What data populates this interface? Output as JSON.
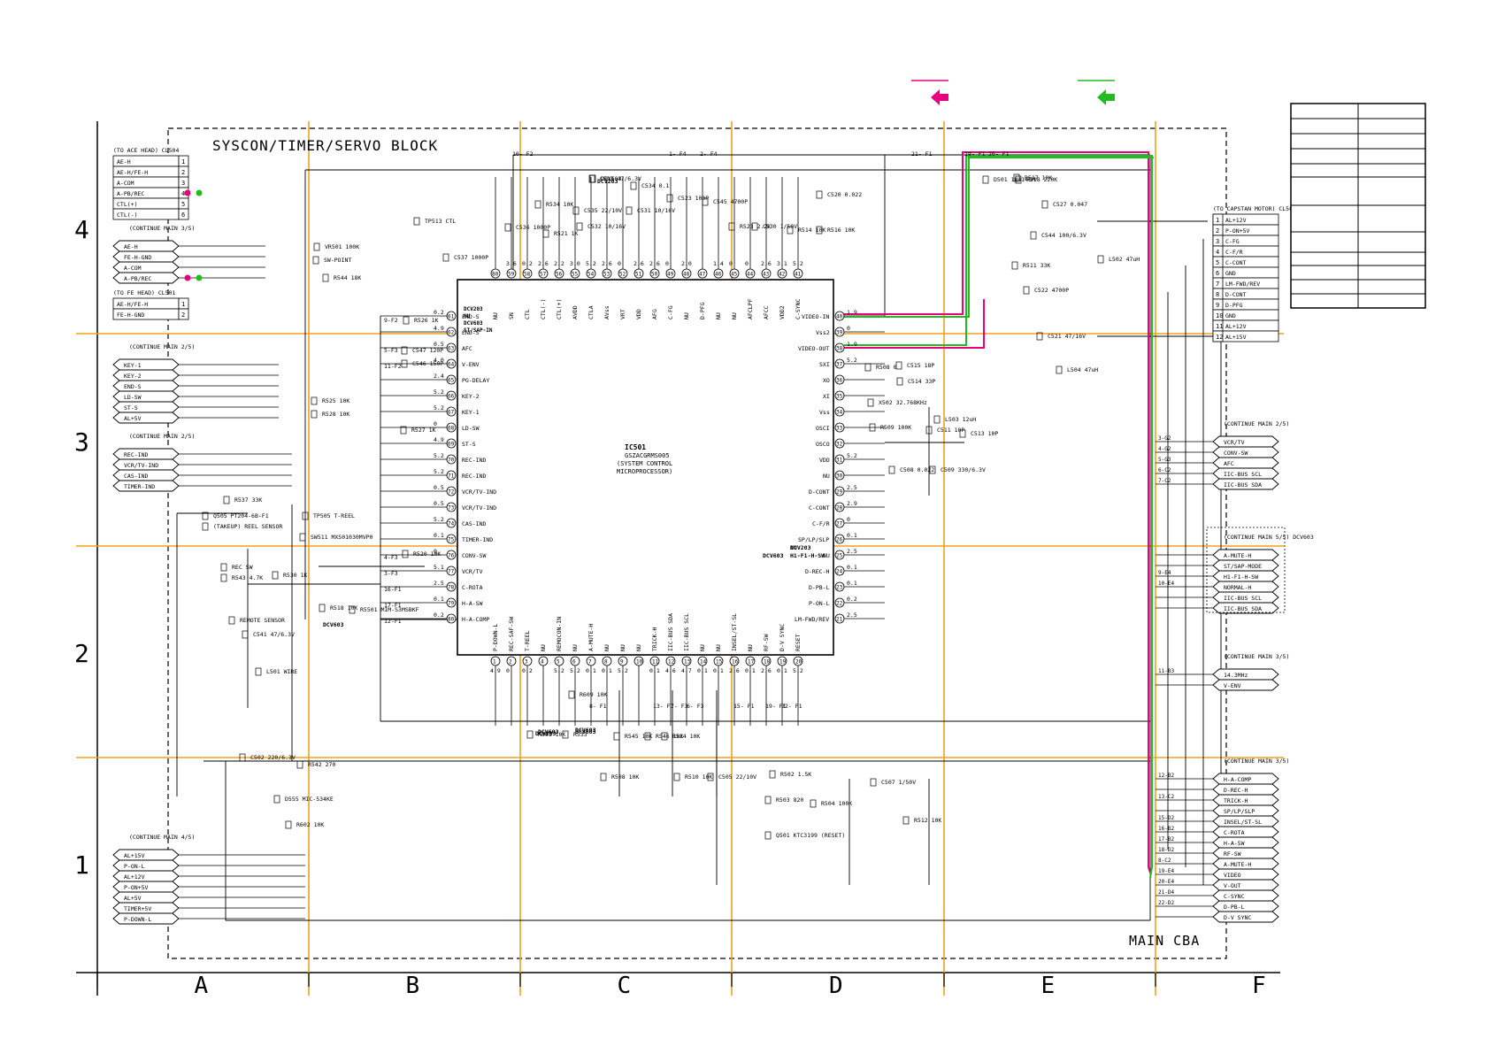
{
  "block_title": "SYSCON/TIMER/SERVO BLOCK",
  "board_label": "MAIN CBA",
  "grid": {
    "columns": [
      "A",
      "B",
      "C",
      "D",
      "E",
      "F"
    ],
    "rows": [
      "4",
      "3",
      "2",
      "1"
    ]
  },
  "colors": {
    "grid_line": "#f0a020",
    "signal_pink": "#e8007e",
    "signal_green": "#22bb22",
    "ink": "#000000"
  },
  "ic": {
    "ref": "IC501",
    "part": "GSZACGRMS005",
    "desc1": "(SYSTEM CONTROL",
    "desc2": "MICROPROCESSOR)",
    "dcv_tags": [
      "DCV203",
      "NU",
      "DCV603",
      "ST/SAP-IN"
    ],
    "pins_top": [
      {
        "n": "80",
        "name": "NU",
        "v": ""
      },
      {
        "n": "59",
        "name": "SN",
        "v": "3.6"
      },
      {
        "n": "58",
        "name": "CTL",
        "v": "0.2"
      },
      {
        "n": "57",
        "name": "CTL(-)",
        "v": "2.6"
      },
      {
        "n": "56",
        "name": "CTL(+)",
        "v": "2.2"
      },
      {
        "n": "55",
        "name": "AVDD",
        "v": "3.0"
      },
      {
        "n": "54",
        "name": "CTLA",
        "v": "5.2"
      },
      {
        "n": "53",
        "name": "AVss",
        "v": "2.6"
      },
      {
        "n": "52",
        "name": "VRT",
        "v": "0"
      },
      {
        "n": "51",
        "name": "VDD",
        "v": "2.6"
      },
      {
        "n": "50",
        "name": "AFG",
        "v": "2.6"
      },
      {
        "n": "49",
        "name": "C-FG",
        "v": "0"
      },
      {
        "n": "48",
        "name": "NU",
        "v": "2.0"
      },
      {
        "n": "47",
        "name": "D-PFG",
        "v": ""
      },
      {
        "n": "46",
        "name": "NU",
        "v": "1.4"
      },
      {
        "n": "45",
        "name": "NU",
        "v": "0"
      },
      {
        "n": "44",
        "name": "AFCLPF",
        "v": "0"
      },
      {
        "n": "43",
        "name": "AFCC",
        "v": "2.6"
      },
      {
        "n": "42",
        "name": "VDD2",
        "v": "3.1"
      },
      {
        "n": "41",
        "name": "C-SYNC",
        "v": "5.2"
      }
    ],
    "pins_left": [
      {
        "n": "61",
        "name": "END-S",
        "v": "0.2"
      },
      {
        "n": "62",
        "name": "END-S",
        "v": "4.9"
      },
      {
        "n": "63",
        "name": "AFC",
        "v": "0.5"
      },
      {
        "n": "64",
        "name": "V-ENV",
        "v": "4.0"
      },
      {
        "n": "65",
        "name": "PG-DELAY",
        "v": "2.4"
      },
      {
        "n": "66",
        "name": "KEY-2",
        "v": "5.2"
      },
      {
        "n": "67",
        "name": "KEY-1",
        "v": "5.2"
      },
      {
        "n": "68",
        "name": "LD-SW",
        "v": "0"
      },
      {
        "n": "69",
        "name": "ST-S",
        "v": "4.9"
      },
      {
        "n": "70",
        "name": "REC-IND",
        "v": "5.2"
      },
      {
        "n": "71",
        "name": "REC-IND",
        "v": "5.2"
      },
      {
        "n": "72",
        "name": "VCR/TV-IND",
        "v": "0.5"
      },
      {
        "n": "73",
        "name": "VCR/TV-IND",
        "v": "0.5"
      },
      {
        "n": "74",
        "name": "CAS-IND",
        "v": "5.2"
      },
      {
        "n": "75",
        "name": "TIMER-IND",
        "v": "0.1"
      },
      {
        "n": "76",
        "name": "CONV-SW",
        "v": "0"
      },
      {
        "n": "77",
        "name": "VCR/TV",
        "v": "5.1"
      },
      {
        "n": "78",
        "name": "C-ROTA",
        "v": "2.5"
      },
      {
        "n": "79",
        "name": "H-A-SW",
        "v": "0.1"
      },
      {
        "n": "80",
        "name": "H-A-COMP",
        "v": "0.2"
      }
    ],
    "pins_right": [
      {
        "n": "40",
        "name": "VIDEO-IN",
        "v": "1.9"
      },
      {
        "n": "39",
        "name": "Vss2",
        "v": "0"
      },
      {
        "n": "38",
        "name": "VIDEO-OUT",
        "v": "1.9"
      },
      {
        "n": "37",
        "name": "SXI",
        "v": "5.2"
      },
      {
        "n": "36",
        "name": "XO",
        "v": ""
      },
      {
        "n": "35",
        "name": "XI",
        "v": ""
      },
      {
        "n": "34",
        "name": "Vss",
        "v": ""
      },
      {
        "n": "33",
        "name": "OSCI",
        "v": ""
      },
      {
        "n": "32",
        "name": "OSCO",
        "v": ""
      },
      {
        "n": "31",
        "name": "VDD",
        "v": "5.2"
      },
      {
        "n": "30",
        "name": "NU",
        "v": ""
      },
      {
        "n": "29",
        "name": "D-CONT",
        "v": "2.5"
      },
      {
        "n": "28",
        "name": "C-CONT",
        "v": "2.9"
      },
      {
        "n": "27",
        "name": "C-F/R",
        "v": "0"
      },
      {
        "n": "26",
        "name": "SP/LP/SLP",
        "v": "0.1"
      },
      {
        "n": "25",
        "name": "NU",
        "v": "2.5"
      },
      {
        "n": "24",
        "name": "D-REC-H",
        "v": "0.1"
      },
      {
        "n": "23",
        "name": "D-PB-L",
        "v": "0.1"
      },
      {
        "n": "22",
        "name": "P-ON-L",
        "v": "0.2"
      },
      {
        "n": "21",
        "name": "LM-FWD/REV",
        "v": "2.5"
      }
    ],
    "pins_bottom": [
      {
        "n": "1",
        "name": "P-DOWN-L",
        "v": "4.9"
      },
      {
        "n": "2",
        "name": "REC-SAF-SW",
        "v": "0"
      },
      {
        "n": "3",
        "name": "T-REEL",
        "v": "0.2"
      },
      {
        "n": "4",
        "name": "NU",
        "v": ""
      },
      {
        "n": "5",
        "name": "REMOCON-IN",
        "v": "5.2"
      },
      {
        "n": "6",
        "name": "NU",
        "v": "5.2"
      },
      {
        "n": "7",
        "name": "A-MUTE-H",
        "v": "0.1"
      },
      {
        "n": "8",
        "name": "NU",
        "v": "0.1"
      },
      {
        "n": "9",
        "name": "NU",
        "v": "5.2"
      },
      {
        "n": "10",
        "name": "NU",
        "v": ""
      },
      {
        "n": "11",
        "name": "TRICK-H",
        "v": "0.1"
      },
      {
        "n": "12",
        "name": "IIC-BUS SDA",
        "v": "4.6"
      },
      {
        "n": "13",
        "name": "IIC-BUS SCL",
        "v": "4.7"
      },
      {
        "n": "14",
        "name": "NU",
        "v": "0.1"
      },
      {
        "n": "15",
        "name": "NU",
        "v": "0.1"
      },
      {
        "n": "16",
        "name": "INSEL/ST-SL",
        "v": "2.6"
      },
      {
        "n": "17",
        "name": "NU",
        "v": "0.1"
      },
      {
        "n": "18",
        "name": "RF-SW",
        "v": "2.6"
      },
      {
        "n": "19",
        "name": "D-V SYNC",
        "v": "0.1"
      },
      {
        "n": "20",
        "name": "RESET",
        "v": "5.2"
      }
    ]
  },
  "connectors": {
    "cl504": {
      "title": "(TO ACE HEAD) CL504",
      "pins": [
        "AE-H",
        "AE-H/FE-H",
        "A-COM",
        "A-PB/REC",
        "CTL(+)",
        "CTL(-)"
      ]
    },
    "cl501": {
      "title": "(TO FE HEAD) CL501",
      "pins": [
        "AE-H/FE-H",
        "FE-H-GND"
      ]
    },
    "cl502": {
      "title": "(TO CAPSTAN MOTOR) CL502",
      "pins": [
        "AL+12V",
        "P-ON+5V",
        "C-FG",
        "C-F/R",
        "C-CONT",
        "GND",
        "LM-FWD/REV",
        "D-CONT",
        "D-PFG",
        "GND",
        "AL+12V",
        "AL+15V"
      ]
    }
  },
  "left_groups": [
    {
      "title": "(CONTINUE MAIN 3/5)",
      "items": [
        "AE-H",
        "FE-H-GND",
        "A-COM",
        "A-PB/REC"
      ]
    },
    {
      "title": "(CONTINUE MAIN 2/5)",
      "items": [
        "KEY-1",
        "KEY-2",
        "END-S",
        "LD-SW",
        "ST-S",
        "AL+5V"
      ]
    },
    {
      "title": "(CONTINUE MAIN 2/5)",
      "items": [
        "REC-IND",
        "VCR/TV-IND",
        "CAS-IND",
        "TIMER-IND"
      ]
    },
    {
      "title": "(CONTINUE MAIN 4/5)",
      "items": [
        "AL+15V",
        "P-ON-L",
        "AL+12V",
        "P-ON+5V",
        "AL+5V",
        "TIMER+5V",
        "P-DOWN-L"
      ]
    }
  ],
  "right_groups": [
    {
      "title": "(CONTINUE MAIN 2/5)",
      "refs": [
        "3-G2",
        "4-G2",
        "5-G3",
        "6-C2",
        "7-C2"
      ],
      "items": [
        "VCR/TV",
        "CONV-SW",
        "AFC",
        "IIC-BUS SCL",
        "IIC-BUS SDA"
      ]
    },
    {
      "title": "(CONTINUE MAIN 5/5) DCV603",
      "refs": [
        "",
        "",
        "9-E4",
        "10-E4",
        "",
        ""
      ],
      "items": [
        "A-MUTE-H",
        "ST/SAP-MODE",
        "H1-F1-H-SW",
        "NORMAL-H",
        "IIC-BUS SCL",
        "IIC-BUS SDA"
      ]
    },
    {
      "title": "(CONTINUE MAIN 3/5)",
      "refs": [
        "11-B3",
        ""
      ],
      "items": [
        "14.3MHz",
        "V-ENV"
      ]
    },
    {
      "title": "(CONTINUE MAIN 3/5)",
      "refs": [
        "12-B2",
        "",
        "13-C2",
        "",
        "15-D2",
        "16-B2",
        "17-B2",
        "18-D2",
        "8-C2",
        "19-E4",
        "20-E4",
        "21-D4",
        "22-D2"
      ],
      "items": [
        "H-A-COMP",
        "D-REC-H",
        "TRICK-H",
        "SP/LP/SLP",
        "INSEL/ST-SL",
        "C-ROTA",
        "H-A-SW",
        "RF-SW",
        "A-MUTE-H",
        "VIDEO",
        "V-OUT",
        "C-SYNC",
        "D-PB-L",
        "D-V SYNC"
      ]
    }
  ],
  "parts": [
    {
      "t": "R534 10K"
    },
    {
      "t": "C533 47/6.3V"
    },
    {
      "t": "DCV603"
    },
    {
      "t": "C534 0.1"
    },
    {
      "t": "C523 100P"
    },
    {
      "t": "C545 4700P"
    },
    {
      "t": "C520 0.022"
    },
    {
      "t": "C535 22/10V"
    },
    {
      "t": "C531 10/16V"
    },
    {
      "t": "C532 10/16V"
    },
    {
      "t": "C536 1000P"
    },
    {
      "t": "R521 1K"
    },
    {
      "t": "C537 1000P"
    },
    {
      "t": "TP513 CTL"
    },
    {
      "t": "VR501 100K"
    },
    {
      "t": "SW-POINT"
    },
    {
      "t": "R544 18K"
    },
    {
      "t": "R523 2.2K"
    },
    {
      "t": "C530 1/50V"
    },
    {
      "t": "R514 10K"
    },
    {
      "t": "R516 10K"
    },
    {
      "t": "D501 1N4148M"
    },
    {
      "t": "R517 10K"
    },
    {
      "t": "R518 220K"
    },
    {
      "t": "C527 0.047"
    },
    {
      "t": "C544 100/6.3V"
    },
    {
      "t": "R511 33K"
    },
    {
      "t": "L502 47uH"
    },
    {
      "t": "C522 4700P"
    },
    {
      "t": "C521 47/16V"
    },
    {
      "t": "L504 47uH"
    },
    {
      "t": "R508 0"
    },
    {
      "t": "C515 18P"
    },
    {
      "t": "C514 33P"
    },
    {
      "t": "X502 32.768KHz"
    },
    {
      "t": "R509 100K"
    },
    {
      "t": "C511 10P"
    },
    {
      "t": "L503 12uH"
    },
    {
      "t": "C513 10P"
    },
    {
      "t": "C508 0.022"
    },
    {
      "t": "C509 330/6.3V"
    },
    {
      "t": "R526 1K"
    },
    {
      "t": "C547 120P"
    },
    {
      "t": "C546 150P"
    },
    {
      "t": "R525 10K"
    },
    {
      "t": "R528 10K"
    },
    {
      "t": "R527 1K"
    },
    {
      "t": "R537 33K"
    },
    {
      "t": "Q505 PT204-6B-F1"
    },
    {
      "t": "(TAKEUP) REEL SENSOR"
    },
    {
      "t": "TP505 T-REEL"
    },
    {
      "t": "SW511 MXS01030MVP0"
    },
    {
      "t": "REC SW"
    },
    {
      "t": "R543 4.7K"
    },
    {
      "t": "R530 1K"
    },
    {
      "t": "R520 10K"
    },
    {
      "t": "R518 10K"
    },
    {
      "t": "R5501 MIM-S3MSBKF"
    },
    {
      "t": "REMOTE SENSOR"
    },
    {
      "t": "C541 47/6.3V"
    },
    {
      "t": "L501 WIRE"
    },
    {
      "t": "C502 220/6.3V"
    },
    {
      "t": "R542 270"
    },
    {
      "t": "D555 MIC-534KE"
    },
    {
      "t": "R602 10K"
    },
    {
      "t": "R601 10K"
    },
    {
      "t": "R533"
    },
    {
      "t": "R609 10K"
    },
    {
      "t": "R545 10K"
    },
    {
      "t": "R546 10K"
    },
    {
      "t": "R524 10K"
    },
    {
      "t": "R508 10K"
    },
    {
      "t": "R510 10K"
    },
    {
      "t": "C505 22/10V"
    },
    {
      "t": "R502 1.5K"
    },
    {
      "t": "R503 820"
    },
    {
      "t": "Q501 KTC3199 (RESET)"
    },
    {
      "t": "R504 100K"
    },
    {
      "t": "C507 1/50V"
    },
    {
      "t": "R512 10K"
    }
  ],
  "refs_top": [
    "10- F2",
    "1- F4",
    "2- F4",
    "21- F1",
    "19- F1",
    "20- F1"
  ],
  "refs_mid": [
    "9-F2",
    "5-F3",
    "11-F2",
    "4-F3",
    "3-F3",
    "16-F1",
    "17-F1",
    "12-F1"
  ],
  "refs_bottom": [
    "8- F1",
    "13- F1",
    "7- F3",
    "6- F3",
    "15- F1",
    "19- F1",
    "22- F1"
  ],
  "dcv_labels": [
    "DCV203",
    "DCV603",
    "DCV603",
    "DCV203",
    "DCV603",
    "DCV203",
    "DCV603",
    "H1-F1-H-SW",
    "NU",
    "DCV603"
  ]
}
